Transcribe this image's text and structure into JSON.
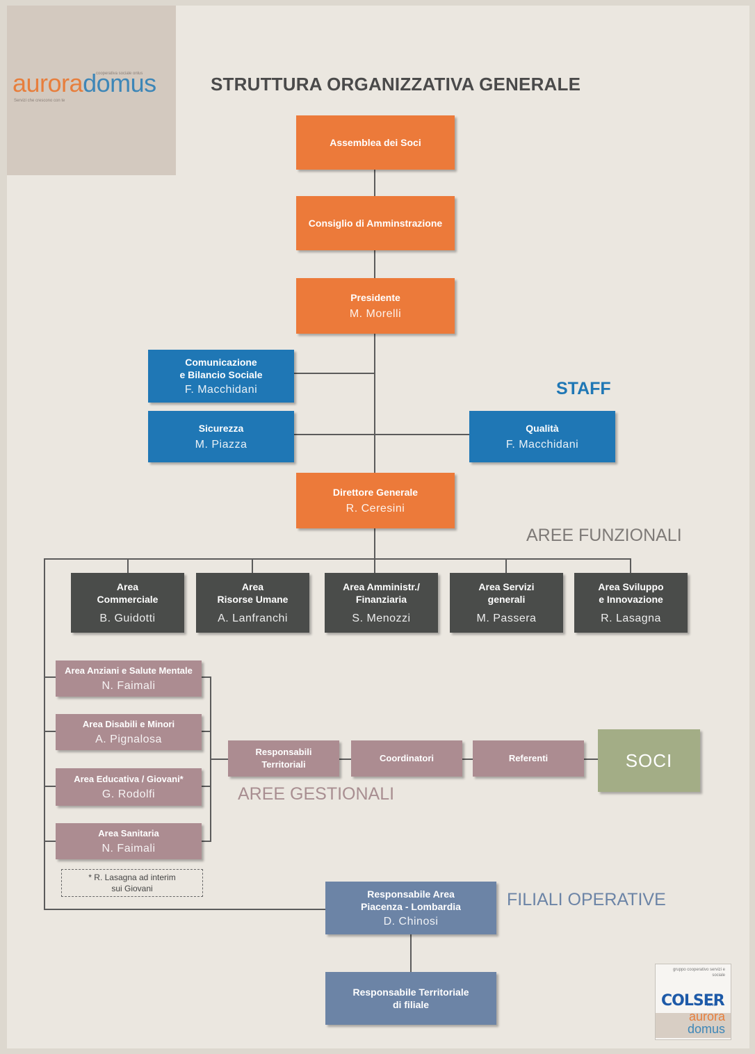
{
  "logo": {
    "part1": "aurora",
    "part2": "domus",
    "super": "cooperativa sociale onlus",
    "tagline": "Servizi che crescono con te"
  },
  "title": "STRUTTURA ORGANIZZATIVA GENERALE",
  "sections": {
    "staff": "STAFF",
    "aree_funzionali": "AREE FUNZIONALI",
    "aree_gestionali": "AREE GESTIONALI",
    "filiali_operative": "FILIALI OPERATIVE"
  },
  "colors": {
    "orange": "#ec7a3a",
    "blue": "#1f77b5",
    "gray": "#4a4c4a",
    "rose": "#ac8c91",
    "steel": "#6c84a6",
    "green": "#a3ad86"
  },
  "governance": {
    "assemblea": {
      "title": "Assemblea dei Soci"
    },
    "consiglio": {
      "title": "Consiglio di Amminstrazione"
    },
    "presidente": {
      "title": "Presidente",
      "name": "M. Morelli"
    },
    "direttore": {
      "title": "Direttore Generale",
      "name": "R. Ceresini"
    }
  },
  "staff": {
    "comunicazione": {
      "title_line1": "Comunicazione",
      "title_line2": "e Bilancio Sociale",
      "name": "F. Macchidani"
    },
    "sicurezza": {
      "title": "Sicurezza",
      "name": "M. Piazza"
    },
    "qualita": {
      "title": "Qualità",
      "name": "F. Macchidani"
    }
  },
  "aree_funzionali": [
    {
      "line1": "Area",
      "line2": "Commerciale",
      "name": "B. Guidotti"
    },
    {
      "line1": "Area",
      "line2": "Risorse Umane",
      "name": "A. Lanfranchi"
    },
    {
      "line1": "Area Amministr./",
      "line2": "Finanziaria",
      "name": "S. Menozzi"
    },
    {
      "line1": "Area Servizi",
      "line2": "generali",
      "name": "M. Passera"
    },
    {
      "line1": "Area Sviluppo",
      "line2": "e Innovazione",
      "name": "R. Lasagna"
    }
  ],
  "aree_gestionali": [
    {
      "title": "Area Anziani e Salute Mentale",
      "name": "N. Faimali"
    },
    {
      "title": "Area Disabili e Minori",
      "name": "A. Pignalosa"
    },
    {
      "title": "Area Educativa / Giovani*",
      "name": "G. Rodolfi"
    },
    {
      "title": "Area Sanitaria",
      "name": "N. Faimali"
    }
  ],
  "note": {
    "line1": "* R. Lasagna ad interim",
    "line2": "sui Giovani"
  },
  "chain": {
    "responsabili": {
      "line1": "Responsabili",
      "line2": "Territoriali"
    },
    "coordinatori": "Coordinatori",
    "referenti": "Referenti",
    "soci": "SOCI"
  },
  "filiali": {
    "responsabile_area": {
      "line1": "Responsabile Area",
      "line2": "Piacenza - Lombardia",
      "name": "D. Chinosi"
    },
    "responsabile_territoriale": {
      "line1": "Responsabile Territoriale",
      "line2": "di filiale"
    }
  },
  "colser": {
    "group": "gruppo cooperativo servizi e sociale",
    "name": "COLSER",
    "sub": "servizi",
    "part1": "aurora",
    "part2": "domus"
  }
}
